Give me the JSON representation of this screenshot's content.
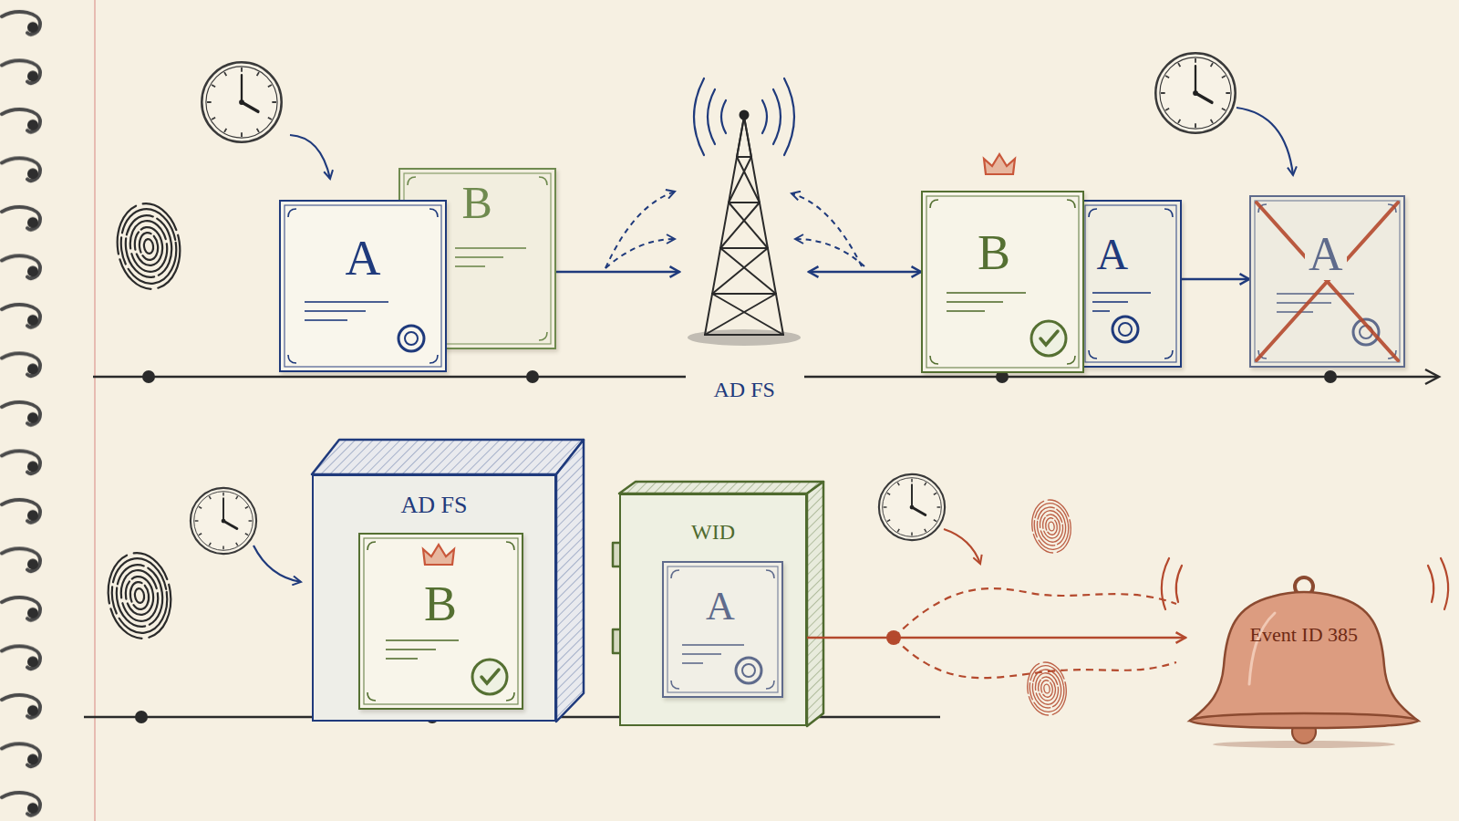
{
  "diagram": {
    "nodes": [
      {
        "text": [
          "A"
        ]
      },
      {
        "text": [
          "B"
        ]
      },
      {
        "text": [
          "AD FS"
        ]
      },
      {
        "text": [
          "B"
        ]
      },
      {
        "text": [
          "A"
        ]
      },
      {
        "text": [
          "A"
        ]
      },
      {
        "text": [
          "AD FS"
        ]
      },
      {
        "text": [
          "B"
        ],
        "in": 6
      },
      {
        "text": [
          "WID"
        ]
      },
      {
        "text": [
          "A"
        ],
        "in": 8
      },
      {
        "text": [
          "Event ID 385"
        ]
      }
    ],
    "edges": [
      {
        "from": 0,
        "to": 2,
        "arrow": "to"
      },
      {
        "from": 2,
        "to": 3,
        "arrow": "both"
      },
      {
        "from": 4,
        "to": 5,
        "arrow": "to"
      },
      {
        "from": 8,
        "to": 10,
        "arrow": "to"
      }
    ]
  }
}
